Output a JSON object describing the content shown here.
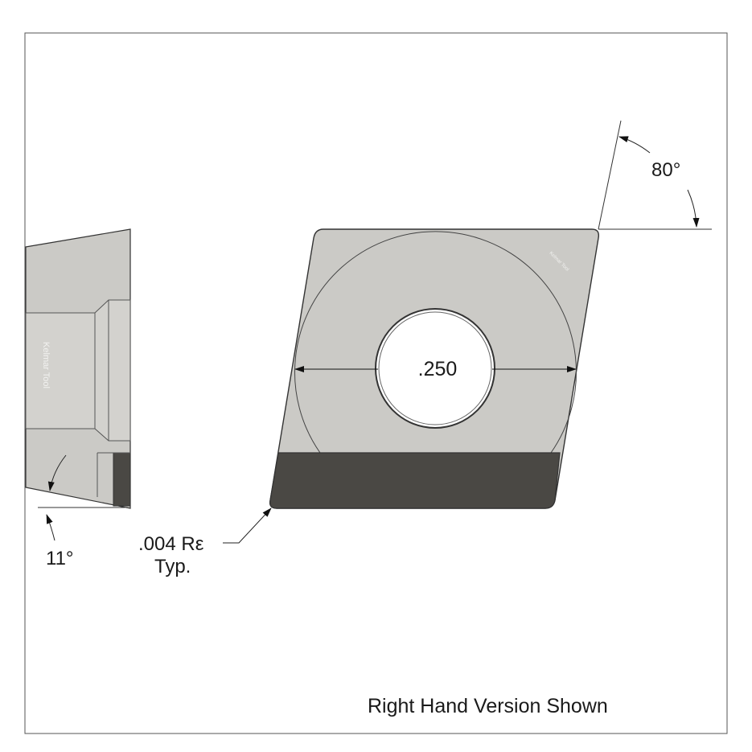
{
  "drawing": {
    "dimensions": {
      "side_angle": "80°",
      "hole_diameter": ".250",
      "clearance_angle": "11°",
      "corner_radius": ".004 Rε",
      "corner_radius_note": "Typ."
    },
    "note": "Right Hand Version Shown",
    "watermark": "Kelmar Tool",
    "colors": {
      "insert_body": "#cbcac6",
      "carbide_tip": "#4a4844",
      "outline": "#3a3a3a",
      "frame": "#555555"
    }
  }
}
